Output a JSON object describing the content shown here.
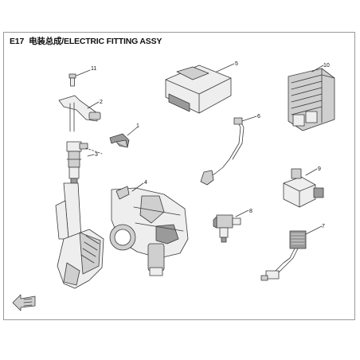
{
  "title": {
    "code": "E17",
    "text": "电装总成/ELECTRIC FITTING ASSY"
  },
  "callouts": [
    "11",
    "2",
    "1",
    "3",
    "4",
    "5",
    "6",
    "10",
    "9",
    "8",
    "7"
  ],
  "colors": {
    "line": "#3a3a3a",
    "fill_light": "#eeeeee",
    "fill_mid": "#cfcfcf",
    "fill_dark": "#9a9a9a",
    "frame": "#9a9a9a"
  }
}
